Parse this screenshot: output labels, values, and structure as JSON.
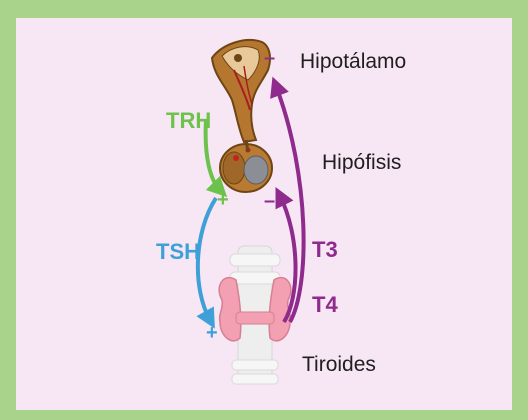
{
  "diagram": {
    "organs": {
      "hypothalamus": "Hipotálamo",
      "pituitary": "Hipófisis",
      "thyroid": "Tiroides"
    },
    "hormones": {
      "trh": "TRH",
      "tsh": "TSH",
      "t3": "T3",
      "t4": "T4"
    },
    "signs": {
      "plus": "+",
      "minus": "–"
    },
    "colors": {
      "background_outer": "#a9d38a",
      "background_panel": "#f7e6f4",
      "trh": "#6cc24a",
      "tsh": "#3fa0d8",
      "t3_t4": "#8e2b8c"
    }
  }
}
